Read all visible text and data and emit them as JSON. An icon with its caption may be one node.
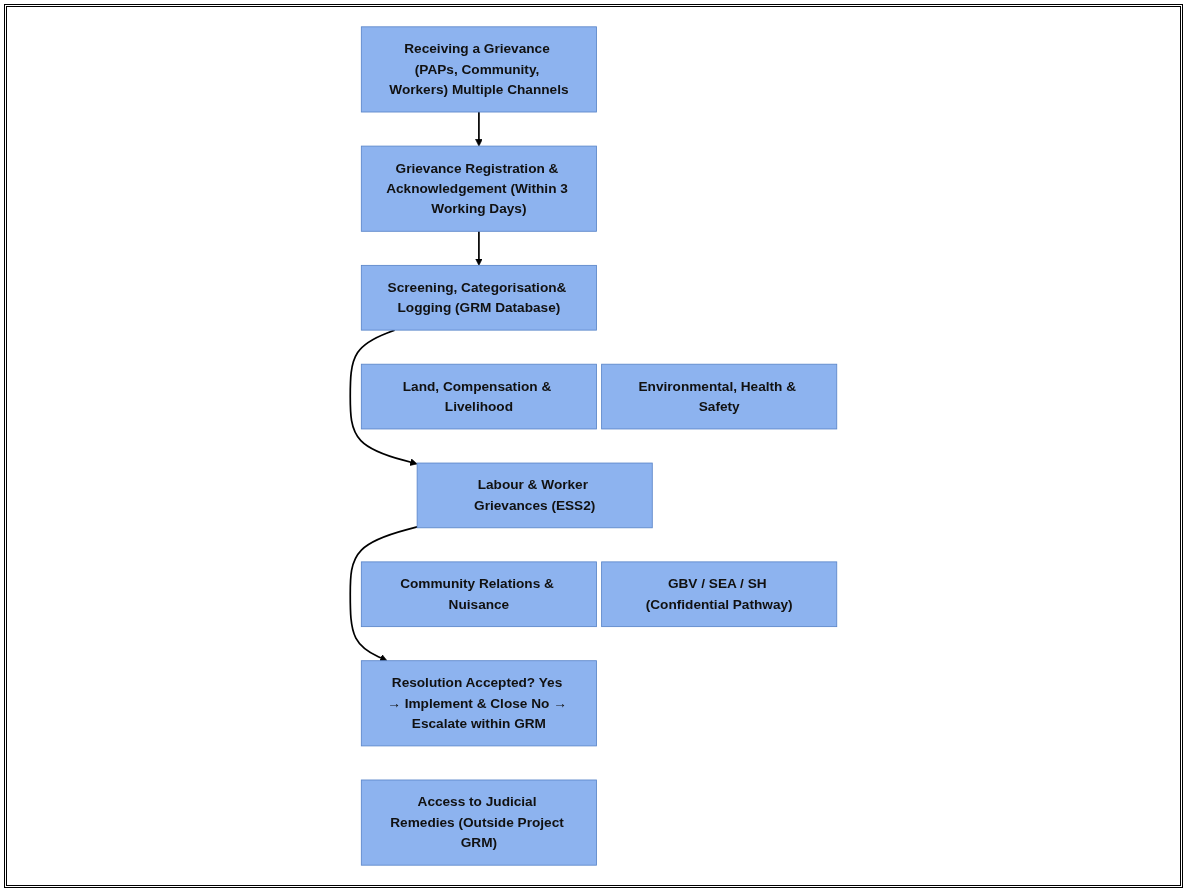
{
  "diagram": {
    "nodes": [
      {
        "text": [
          "Receiving a Grievance (PAPs, Community, Workers) Multiple Channels"
        ]
      },
      {
        "text": [
          "Grievance Registration & Acknowledgement (Within 3 Working Days)"
        ]
      },
      {
        "text": [
          "Screening, Categorisation& Logging (GRM Database)"
        ]
      },
      {
        "text": [
          "Land, Compensation & Livelihood"
        ]
      },
      {
        "text": [
          "Environmental, Health & Safety"
        ]
      },
      {
        "text": [
          "Labour & Worker Grievances (ESS2)"
        ]
      },
      {
        "text": [
          "Community Relations & Nuisance"
        ]
      },
      {
        "text": [
          "GBV / SEA / SH (Confidential Pathway)"
        ]
      },
      {
        "text": [
          "Resolution Accepted? Yes → Implement & Close No → Escalate within GRM"
        ]
      },
      {
        "text": [
          "Access to Judicial Remedies (Outside Project GRM)"
        ]
      }
    ],
    "edges": [
      {
        "from": 0,
        "to": 1,
        "arrow": "to"
      },
      {
        "from": 1,
        "to": 2,
        "arrow": "to"
      },
      {
        "from": 2,
        "to": 5,
        "arrow": "to"
      },
      {
        "from": 5,
        "to": 8,
        "arrow": "to"
      }
    ]
  }
}
